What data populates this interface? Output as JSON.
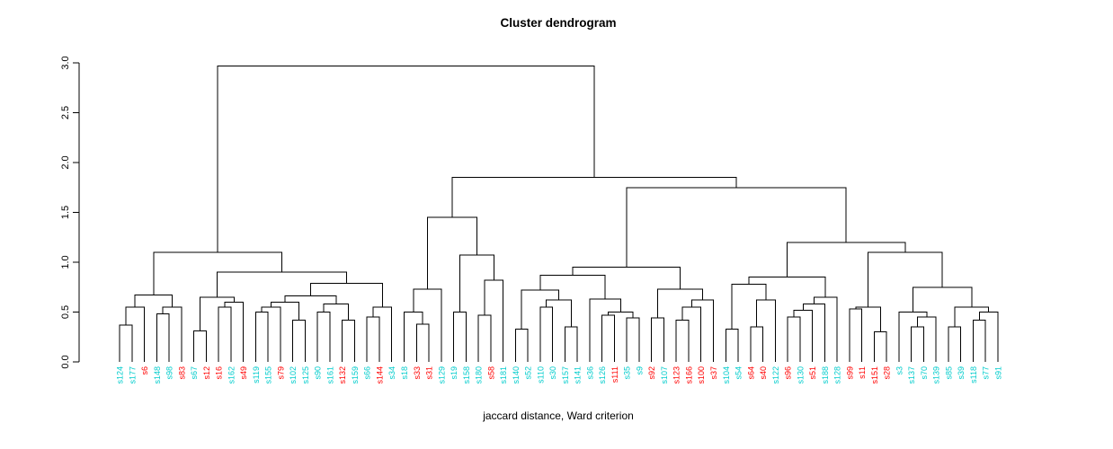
{
  "chart_data": {
    "type": "dendrogram",
    "title": "Cluster dendrogram",
    "xlabel": "jaccard distance, Ward criterion",
    "ylabel": "",
    "ylim": [
      0,
      3
    ],
    "yticks": [
      "0.0",
      "0.5",
      "1.0",
      "1.5",
      "2.0",
      "2.5",
      "3.0"
    ],
    "grid": false,
    "colors": {
      "cyan": "#00CCCC",
      "red": "#FF0000",
      "line": "#000000"
    },
    "leaves": [
      {
        "label": "s124",
        "color": "cyan"
      },
      {
        "label": "s177",
        "color": "cyan"
      },
      {
        "label": "s6",
        "color": "red"
      },
      {
        "label": "s148",
        "color": "cyan"
      },
      {
        "label": "s98",
        "color": "cyan"
      },
      {
        "label": "s83",
        "color": "red"
      },
      {
        "label": "s67",
        "color": "cyan"
      },
      {
        "label": "s12",
        "color": "red"
      },
      {
        "label": "s16",
        "color": "red"
      },
      {
        "label": "s162",
        "color": "cyan"
      },
      {
        "label": "s49",
        "color": "red"
      },
      {
        "label": "s119",
        "color": "cyan"
      },
      {
        "label": "s155",
        "color": "cyan"
      },
      {
        "label": "s79",
        "color": "red"
      },
      {
        "label": "s102",
        "color": "cyan"
      },
      {
        "label": "s125",
        "color": "cyan"
      },
      {
        "label": "s90",
        "color": "cyan"
      },
      {
        "label": "s161",
        "color": "cyan"
      },
      {
        "label": "s132",
        "color": "red"
      },
      {
        "label": "s159",
        "color": "cyan"
      },
      {
        "label": "s66",
        "color": "cyan"
      },
      {
        "label": "s144",
        "color": "red"
      },
      {
        "label": "s34",
        "color": "cyan"
      },
      {
        "label": "s18",
        "color": "cyan"
      },
      {
        "label": "s33",
        "color": "red"
      },
      {
        "label": "s31",
        "color": "red"
      },
      {
        "label": "s129",
        "color": "cyan"
      },
      {
        "label": "s19",
        "color": "cyan"
      },
      {
        "label": "s158",
        "color": "cyan"
      },
      {
        "label": "s180",
        "color": "cyan"
      },
      {
        "label": "s58",
        "color": "red"
      },
      {
        "label": "s181",
        "color": "cyan"
      },
      {
        "label": "s140",
        "color": "cyan"
      },
      {
        "label": "s52",
        "color": "cyan"
      },
      {
        "label": "s110",
        "color": "cyan"
      },
      {
        "label": "s30",
        "color": "cyan"
      },
      {
        "label": "s157",
        "color": "cyan"
      },
      {
        "label": "s141",
        "color": "cyan"
      },
      {
        "label": "s36",
        "color": "cyan"
      },
      {
        "label": "s126",
        "color": "cyan"
      },
      {
        "label": "s111",
        "color": "red"
      },
      {
        "label": "s35",
        "color": "cyan"
      },
      {
        "label": "s9",
        "color": "cyan"
      },
      {
        "label": "s92",
        "color": "red"
      },
      {
        "label": "s107",
        "color": "cyan"
      },
      {
        "label": "s123",
        "color": "red"
      },
      {
        "label": "s166",
        "color": "red"
      },
      {
        "label": "s100",
        "color": "red"
      },
      {
        "label": "s37",
        "color": "red"
      },
      {
        "label": "s104",
        "color": "cyan"
      },
      {
        "label": "s54",
        "color": "cyan"
      },
      {
        "label": "s64",
        "color": "red"
      },
      {
        "label": "s40",
        "color": "red"
      },
      {
        "label": "s122",
        "color": "cyan"
      },
      {
        "label": "s96",
        "color": "red"
      },
      {
        "label": "s130",
        "color": "cyan"
      },
      {
        "label": "s51",
        "color": "red"
      },
      {
        "label": "s188",
        "color": "cyan"
      },
      {
        "label": "s128",
        "color": "cyan"
      },
      {
        "label": "s99",
        "color": "red"
      },
      {
        "label": "s11",
        "color": "red"
      },
      {
        "label": "s151",
        "color": "red"
      },
      {
        "label": "s28",
        "color": "red"
      },
      {
        "label": "s3",
        "color": "cyan"
      },
      {
        "label": "s137",
        "color": "cyan"
      },
      {
        "label": "s70",
        "color": "cyan"
      },
      {
        "label": "s139",
        "color": "cyan"
      },
      {
        "label": "s85",
        "color": "cyan"
      },
      {
        "label": "s39",
        "color": "cyan"
      },
      {
        "label": "s118",
        "color": "cyan"
      },
      {
        "label": "s77",
        "color": "cyan"
      },
      {
        "label": "s91",
        "color": "cyan"
      }
    ],
    "tree": [
      2.97,
      [
        1.1,
        [
          0.67,
          [
            0.55,
            [
              0.37,
              0,
              1
            ],
            2
          ],
          [
            0.55,
            [
              0.48,
              3,
              4
            ],
            5
          ]
        ],
        [
          0.9,
          [
            0.65,
            [
              0.31,
              6,
              7
            ],
            [
              0.6,
              [
                0.55,
                8,
                9
              ],
              10
            ]
          ],
          [
            0.79,
            [
              0.66,
              [
                0.6,
                [
                  0.55,
                  [
                    0.5,
                    11,
                    12
                  ],
                  13
                ],
                [
                  0.42,
                  14,
                  15
                ]
              ],
              [
                0.58,
                [
                  0.5,
                  16,
                  17
                ],
                [
                  0.42,
                  18,
                  19
                ]
              ]
            ],
            [
              0.55,
              [
                0.45,
                20,
                21
              ],
              22
            ]
          ]
        ]
      ],
      [
        1.85,
        [
          1.45,
          [
            0.73,
            [
              0.5,
              23,
              [
                0.38,
                24,
                25
              ]
            ],
            26
          ],
          [
            1.07,
            [
              0.5,
              27,
              28
            ],
            [
              0.82,
              [
                0.47,
                29,
                30
              ],
              31
            ]
          ]
        ],
        [
          1.75,
          [
            0.95,
            [
              0.87,
              [
                0.72,
                [
                  0.33,
                  32,
                  33
                ],
                [
                  0.62,
                  [
                    0.55,
                    34,
                    35
                  ],
                  [
                    0.35,
                    36,
                    37
                  ]
                ]
              ],
              [
                0.63,
                38,
                [
                  0.5,
                  [
                    0.47,
                    39,
                    40
                  ],
                  [
                    0.44,
                    41,
                    42
                  ]
                ]
              ]
            ],
            [
              0.73,
              [
                0.44,
                43,
                44
              ],
              [
                0.62,
                [
                  0.55,
                  [
                    0.42,
                    45,
                    46
                  ],
                  47
                ],
                48
              ]
            ]
          ],
          [
            1.2,
            [
              0.85,
              [
                0.78,
                [
                  0.33,
                  49,
                  50
                ],
                [
                  0.62,
                  [
                    0.35,
                    51,
                    52
                  ],
                  53
                ]
              ],
              [
                0.65,
                [
                  0.58,
                  [
                    0.52,
                    [
                      0.45,
                      54,
                      55
                    ],
                    56
                  ],
                  57
                ],
                58
              ]
            ],
            [
              1.1,
              [
                0.55,
                [
                  0.53,
                  59,
                  60
                ],
                [
                  0.3,
                  61,
                  62
                ]
              ],
              [
                0.75,
                [
                  0.5,
                  63,
                  [
                    0.45,
                    [
                      0.35,
                      64,
                      65
                    ],
                    66
                  ]
                ],
                [
                  0.55,
                  [
                    0.35,
                    67,
                    68
                  ],
                  [
                    0.5,
                    [
                      0.42,
                      69,
                      70
                    ],
                    71
                  ]
                ]
              ]
            ]
          ]
        ]
      ]
    ]
  }
}
